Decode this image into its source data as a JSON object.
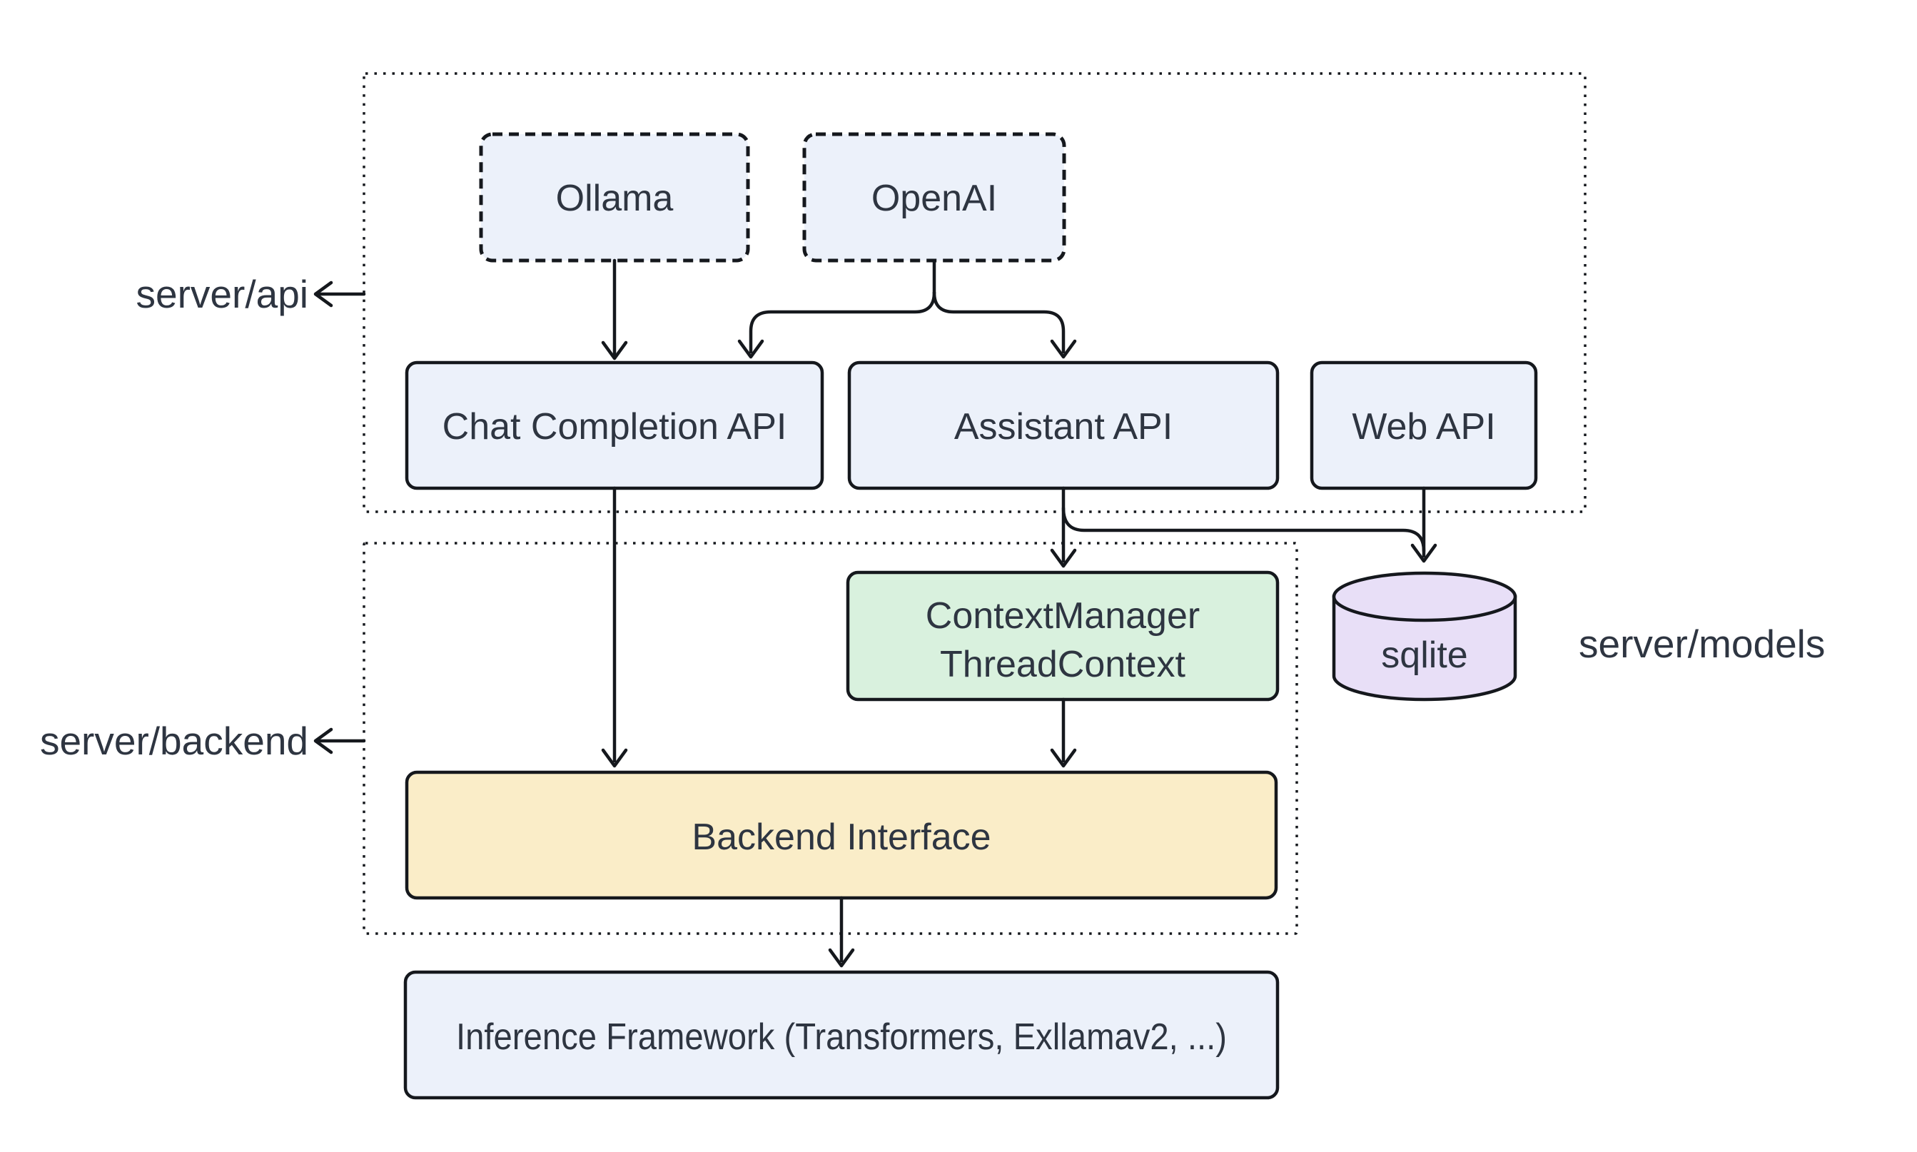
{
  "diagram": {
    "containers": {
      "server_api": {
        "label": "server/api"
      },
      "server_backend": {
        "label": "server/backend"
      },
      "server_models": {
        "label": "server/models"
      }
    },
    "nodes": {
      "ollama": {
        "label": "Ollama"
      },
      "openai": {
        "label": "OpenAI"
      },
      "chat_completion_api": {
        "label": "Chat Completion API"
      },
      "assistant_api": {
        "label": "Assistant API"
      },
      "web_api": {
        "label": "Web API"
      },
      "context_manager": {
        "label_line1": "ContextManager",
        "label_line2": "ThreadContext"
      },
      "sqlite": {
        "label": "sqlite"
      },
      "backend_interface": {
        "label": "Backend Interface"
      },
      "inference_framework": {
        "label": "Inference Framework (Transformers, Exllamav2, ...)"
      }
    },
    "edges": [
      {
        "from": "ollama",
        "to": "chat_completion_api"
      },
      {
        "from": "openai",
        "to": "chat_completion_api"
      },
      {
        "from": "openai",
        "to": "assistant_api"
      },
      {
        "from": "chat_completion_api",
        "to": "backend_interface"
      },
      {
        "from": "assistant_api",
        "to": "context_manager"
      },
      {
        "from": "assistant_api",
        "to": "sqlite"
      },
      {
        "from": "web_api",
        "to": "sqlite"
      },
      {
        "from": "context_manager",
        "to": "backend_interface"
      },
      {
        "from": "backend_interface",
        "to": "inference_framework"
      }
    ],
    "colors": {
      "node_blue": "#ECF1FA",
      "node_green": "#D9F1DE",
      "node_yellow": "#FAEDC8",
      "node_purple": "#E8DFF7",
      "stroke": "#15181d",
      "text": "#2e3541",
      "background": "#ffffff"
    }
  }
}
